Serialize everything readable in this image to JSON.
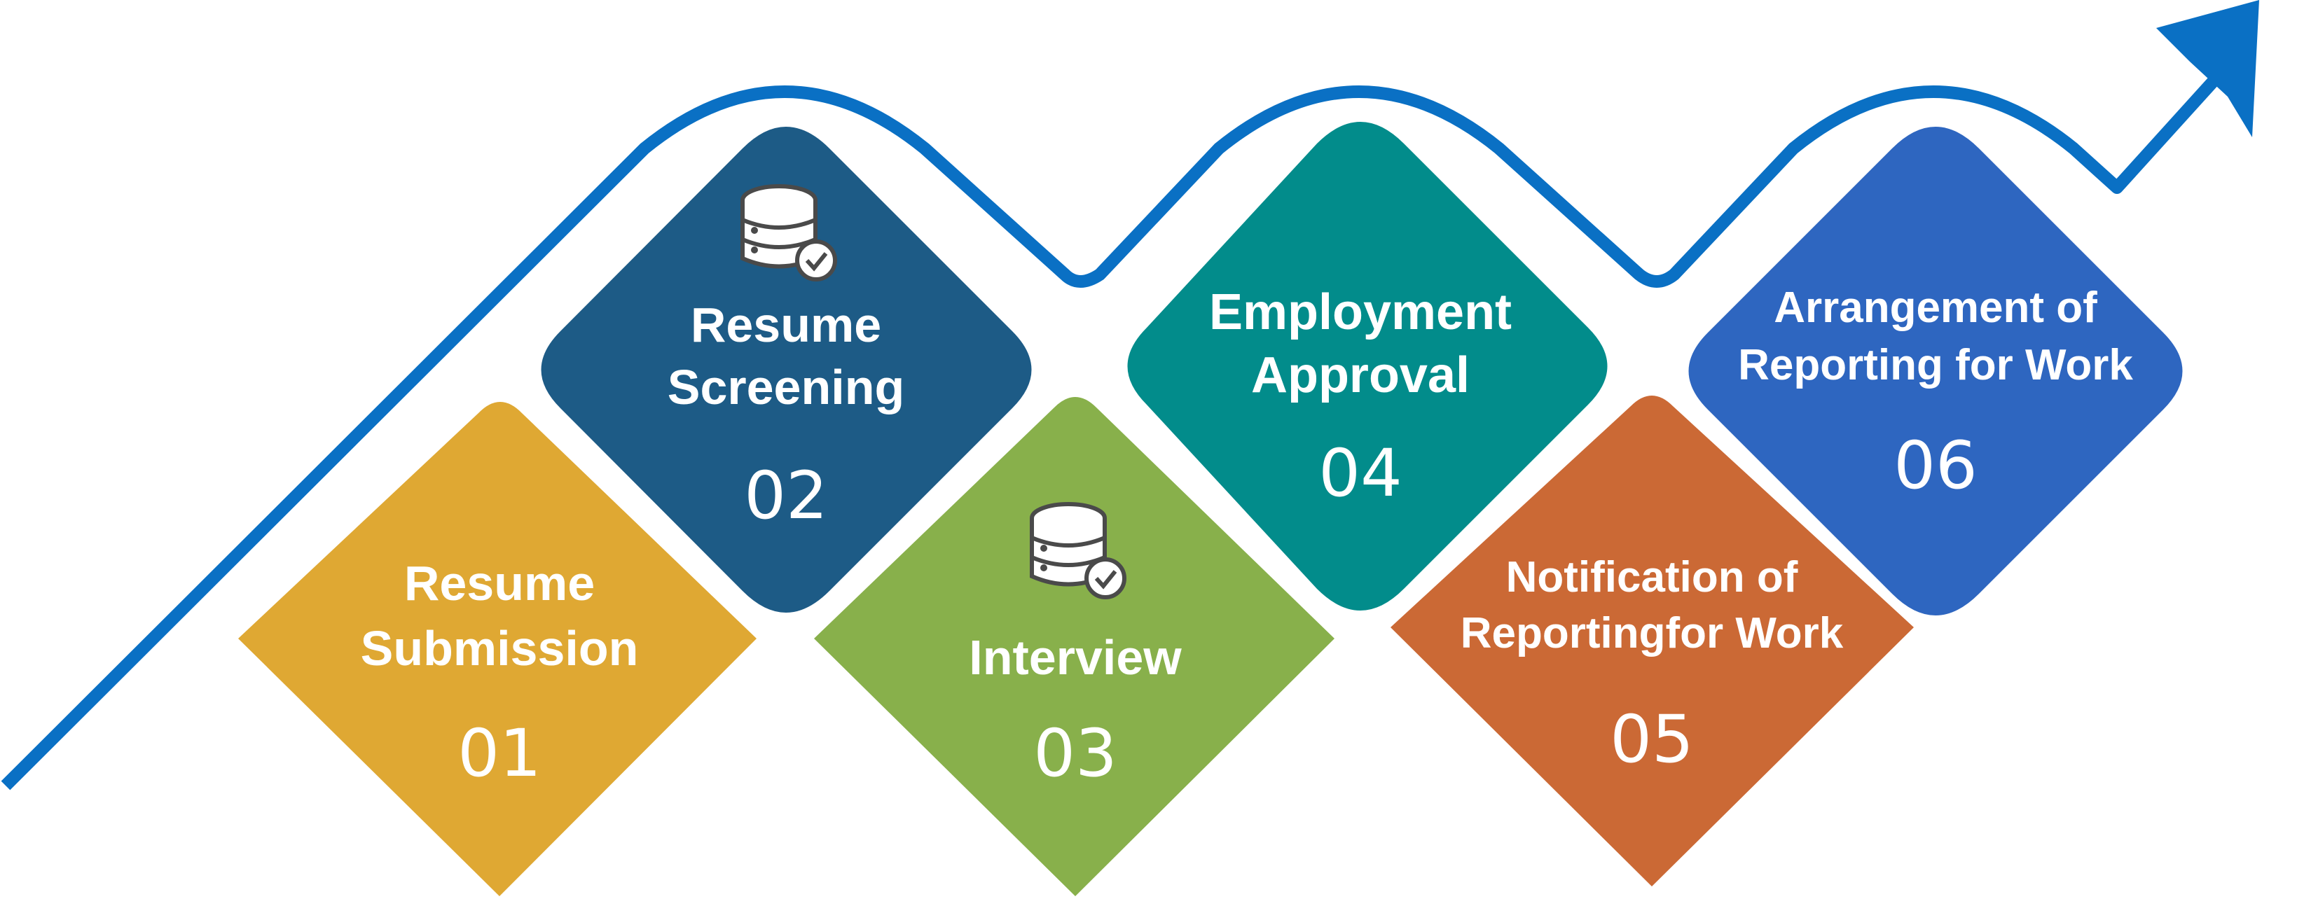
{
  "colors": {
    "arrow": "#0a70c4",
    "step_01": "#dfa833",
    "step_02": "#1d5b86",
    "step_03": "#88b04b",
    "step_04": "#028c8b",
    "step_05": "#cb6935",
    "step_06": "#2e66c0"
  },
  "steps": [
    {
      "number": "01",
      "title_line1": "Resume",
      "title_line2": "Submission",
      "icon": null
    },
    {
      "number": "02",
      "title_line1": "Resume",
      "title_line2": "Screening",
      "icon": "database-check-icon"
    },
    {
      "number": "03",
      "title_line1": "Interview",
      "title_line2": "",
      "icon": "database-check-icon"
    },
    {
      "number": "04",
      "title_line1": "Employment",
      "title_line2": "Approval",
      "icon": null
    },
    {
      "number": "05",
      "title_line1": "Notification of",
      "title_line2": "Reportingfor Work",
      "icon": null
    },
    {
      "number": "06",
      "title_line1": "Arrangement of",
      "title_line2": "Reporting for Work",
      "icon": null
    }
  ]
}
